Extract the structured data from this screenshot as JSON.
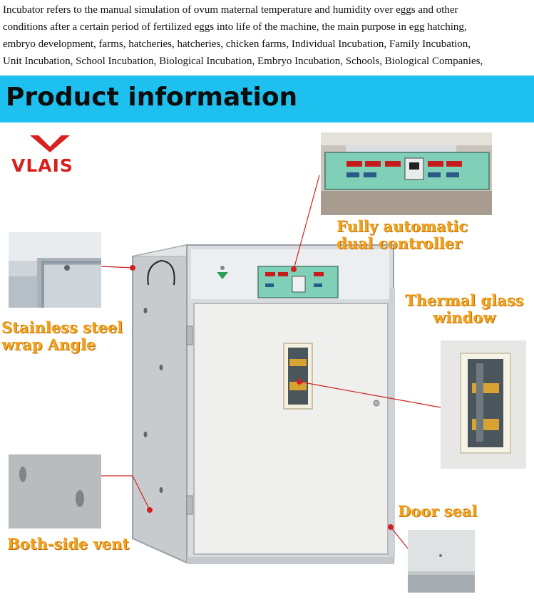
{
  "intro": {
    "lines": [
      "Incubator refers to the manual simulation of ovum maternal temperature and humidity over eggs and other",
      "conditions after a certain period of fertilized eggs into life of the machine, the main purpose in egg hatching,",
      "embryo development, farms, hatcheries, hatcheries, chicken farms, Individual Incubation, Family Incubation,",
      "Unit Incubation, School Incubation, Biological Incubation, Embryo Incubation, Schools, Biological Companies,"
    ]
  },
  "banner": {
    "title": "Product information"
  },
  "brand": {
    "name": "VLAIS",
    "color": "#d8201e"
  },
  "callouts": {
    "controller": [
      "Fully automatic",
      "dual controller"
    ],
    "thermal_window": [
      "Thermal glass",
      "window"
    ],
    "steel_angle": [
      "Stainless steel",
      "wrap Angle"
    ],
    "vent": [
      "Both-side vent"
    ],
    "door_seal": [
      "Door seal"
    ]
  },
  "colors": {
    "banner": "#1ec0ef",
    "callout_text": "#f4a21e",
    "leader_line": "#d22020"
  }
}
